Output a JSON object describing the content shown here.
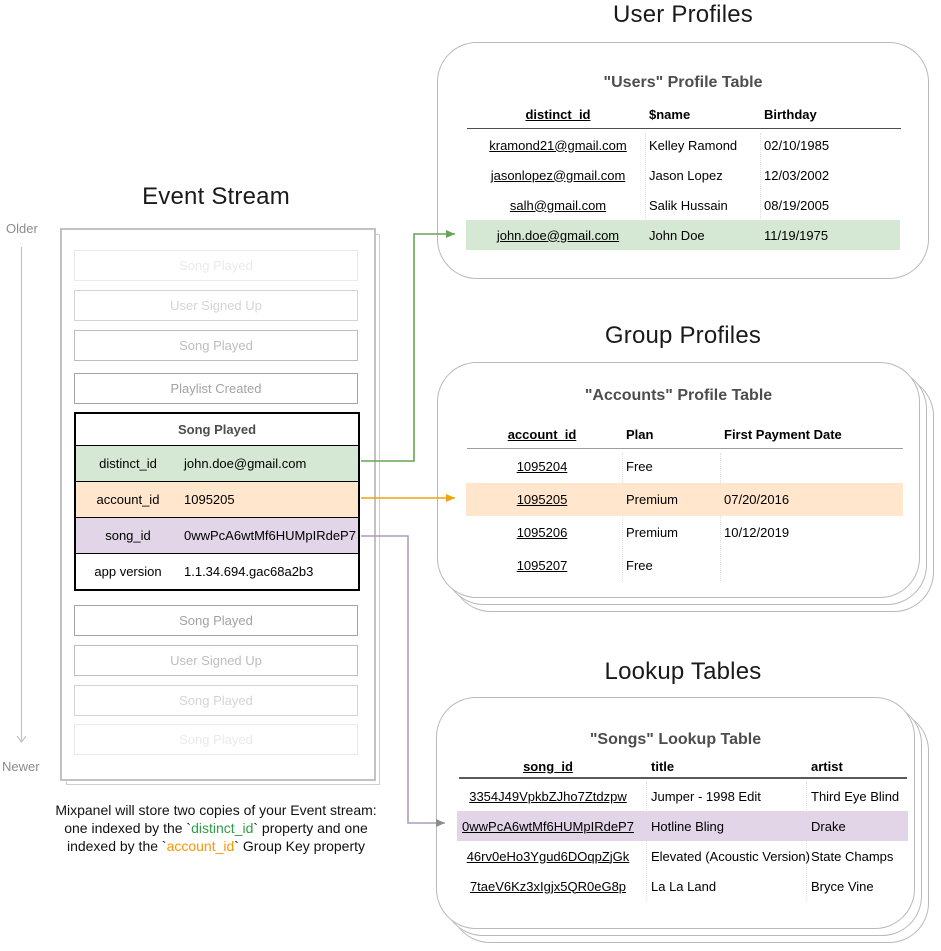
{
  "colors": {
    "highlight_green": "#d5e8d4",
    "highlight_orange": "#ffe6cc",
    "highlight_purple": "#e1d5e7",
    "arrow_green": "#67a457",
    "arrow_orange": "#f0a30a",
    "arrow_purple": "#ab9cbd",
    "arrow_purple_head": "#8c8c8c",
    "timeline_gray": "#c2c2c2",
    "caption_green": "#2f9e44",
    "caption_orange": "#ff9500",
    "card_border": "#b9b9b9"
  },
  "event_stream": {
    "title": "Event Stream",
    "older_label": "Older",
    "newer_label": "Newer",
    "events_before": [
      {
        "label": "Song Played"
      },
      {
        "label": "User Signed Up"
      },
      {
        "label": "Song Played"
      },
      {
        "label": "Playlist Created"
      }
    ],
    "expanded_event": {
      "title": "Song Played",
      "properties": [
        {
          "key": "distinct_id",
          "value": "john.doe@gmail.com"
        },
        {
          "key": "account_id",
          "value": "1095205"
        },
        {
          "key": "song_id",
          "value": "0wwPcA6wtMf6HUMpIRdeP7"
        },
        {
          "key": "app version",
          "value": "1.1.34.694.gac68a2b3"
        }
      ]
    },
    "events_after": [
      {
        "label": "Song Played"
      },
      {
        "label": "User Signed Up"
      },
      {
        "label": "Song Played"
      },
      {
        "label": "Song Played"
      }
    ]
  },
  "caption": {
    "line1": "Mixpanel will store two copies of your Event stream:",
    "line2_pre": "one indexed by the `",
    "line2_code": "distinct_id",
    "line2_post": "` property and one",
    "line3_pre": "indexed by the `",
    "line3_code": "account_id",
    "line3_post": "` Group Key property"
  },
  "user_profiles": {
    "section_title": "User Profiles",
    "table_title": "\"Users\" Profile Table",
    "columns": [
      "distinct_id",
      "$name",
      "Birthday"
    ],
    "rows": [
      [
        "kramond21@gmail.com",
        "Kelley Ramond",
        "02/10/1985"
      ],
      [
        "jasonlopez@gmail.com",
        "Jason Lopez",
        "12/03/2002"
      ],
      [
        "salh@gmail.com",
        "Salik Hussain",
        "08/19/2005"
      ],
      [
        "john.doe@gmail.com",
        "John Doe",
        "11/19/1975"
      ]
    ]
  },
  "group_profiles": {
    "section_title": "Group Profiles",
    "table_title": "\"Accounts\" Profile Table",
    "columns": [
      "account_id",
      "Plan",
      "First Payment Date"
    ],
    "rows": [
      [
        "1095204",
        "Free",
        ""
      ],
      [
        "1095205",
        "Premium",
        "07/20/2016"
      ],
      [
        "1095206",
        "Premium",
        "10/12/2019"
      ],
      [
        "1095207",
        "Free",
        ""
      ]
    ]
  },
  "lookup_tables": {
    "section_title": "Lookup Tables",
    "table_title": "\"Songs\" Lookup Table",
    "columns": [
      "song_id",
      "title",
      "artist"
    ],
    "rows": [
      [
        "3354J49VpkbZJho7Ztdzpw",
        "Jumper - 1998 Edit",
        "Third Eye Blind"
      ],
      [
        "0wwPcA6wtMf6HUMpIRdeP7",
        "Hotline Bling",
        "Drake"
      ],
      [
        "46rv0eHo3Ygud6DOqpZjGk",
        "Elevated (Acoustic Version)",
        "State Champs"
      ],
      [
        "7taeV6Kz3xIgjx5QR0eG8p",
        "La La Land",
        "Bryce Vine"
      ]
    ]
  }
}
